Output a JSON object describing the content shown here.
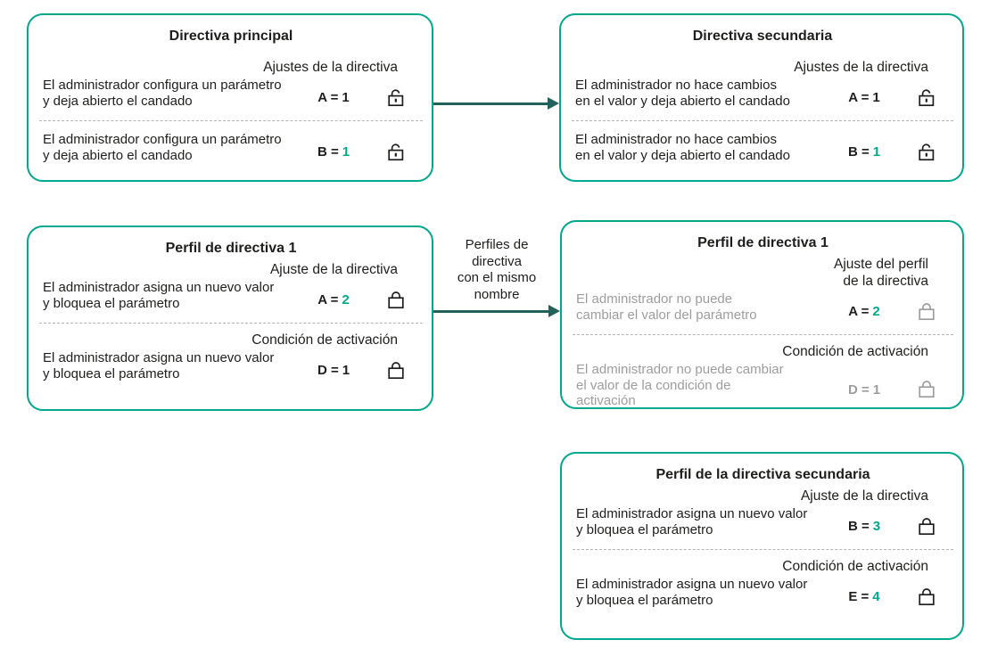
{
  "colors": {
    "accent_teal": "#00a88e",
    "arrow_dark_teal": "#21635a",
    "text_black": "#1e1e1c",
    "text_muted_gray": "#9d9da0"
  },
  "connectors": {
    "middle_arrow": {
      "label": "Perfiles de\ndirectiva\ncon el mismo\nnombre"
    }
  },
  "boxes": {
    "main_policy": {
      "title": "Directiva principal",
      "sections": [
        {
          "header": "Ajustes de la directiva",
          "row": {
            "description": "El administrador configura un parámetro\ny deja abierto el candado",
            "desc_style": "black",
            "param": "A =",
            "param_style": "black",
            "value": "1",
            "value_style": "black",
            "lock": "open",
            "lock_style": "black"
          }
        },
        {
          "header": "",
          "row": {
            "description": "El administrador configura un parámetro\ny deja abierto el candado",
            "desc_style": "black",
            "param": "B =",
            "param_style": "black",
            "value": "1",
            "value_style": "teal",
            "lock": "open",
            "lock_style": "black"
          }
        }
      ]
    },
    "secondary_policy": {
      "title": "Directiva secundaria",
      "sections": [
        {
          "header": "Ajustes de la directiva",
          "row": {
            "description": "El administrador no hace cambios\nen el valor y deja abierto el candado",
            "desc_style": "black",
            "param": "A =",
            "param_style": "black",
            "value": "1",
            "value_style": "black",
            "lock": "open",
            "lock_style": "black"
          }
        },
        {
          "header": "",
          "row": {
            "description": "El administrador no hace cambios\nen el valor y deja abierto el candado",
            "desc_style": "black",
            "param": "B =",
            "param_style": "black",
            "value": "1",
            "value_style": "teal",
            "lock": "open",
            "lock_style": "black"
          }
        }
      ]
    },
    "policy_profile_1": {
      "title": "Perfil de directiva 1",
      "sections": [
        {
          "header": "Ajuste de la directiva",
          "row": {
            "description": "El administrador asigna un nuevo valor\ny bloquea el parámetro",
            "desc_style": "black",
            "param": "A =",
            "param_style": "black",
            "value": "2",
            "value_style": "teal",
            "lock": "closed",
            "lock_style": "black"
          }
        },
        {
          "header": "Condición de activación",
          "row": {
            "description": "El administrador asigna un nuevo valor\ny bloquea el parámetro",
            "desc_style": "black",
            "param": "D =",
            "param_style": "black",
            "value": "1",
            "value_style": "black",
            "lock": "closed",
            "lock_style": "black"
          }
        }
      ]
    },
    "policy_profile_1_result": {
      "title": "Perfil de directiva 1",
      "sections": [
        {
          "header": "Ajuste del perfil\nde la directiva",
          "row": {
            "description": "El administrador no puede\ncambiar el valor del parámetro",
            "desc_style": "gray",
            "param": "A =",
            "param_style": "black",
            "value": "2",
            "value_style": "teal",
            "lock": "closed",
            "lock_style": "gray"
          }
        },
        {
          "header": "Condición de activación",
          "row": {
            "description": "El administrador no puede cambiar\nel valor de la condición de\nactivación",
            "desc_style": "gray",
            "param": "D =",
            "param_style": "gray",
            "value": "1",
            "value_style": "gray",
            "lock": "closed",
            "lock_style": "gray"
          }
        }
      ]
    },
    "secondary_policy_profile": {
      "title": "Perfil de la directiva secundaria",
      "sections": [
        {
          "header": "Ajuste de la directiva",
          "row": {
            "description": "El administrador asigna un nuevo valor\ny bloquea el parámetro",
            "desc_style": "black",
            "param": "B =",
            "param_style": "black",
            "value": "3",
            "value_style": "teal",
            "lock": "closed",
            "lock_style": "black"
          }
        },
        {
          "header": "Condición de activación",
          "row": {
            "description": "El administrador asigna un nuevo valor\ny bloquea el parámetro",
            "desc_style": "black",
            "param": "E =",
            "param_style": "black",
            "value": "4",
            "value_style": "teal",
            "lock": "closed",
            "lock_style": "black"
          }
        }
      ]
    }
  }
}
